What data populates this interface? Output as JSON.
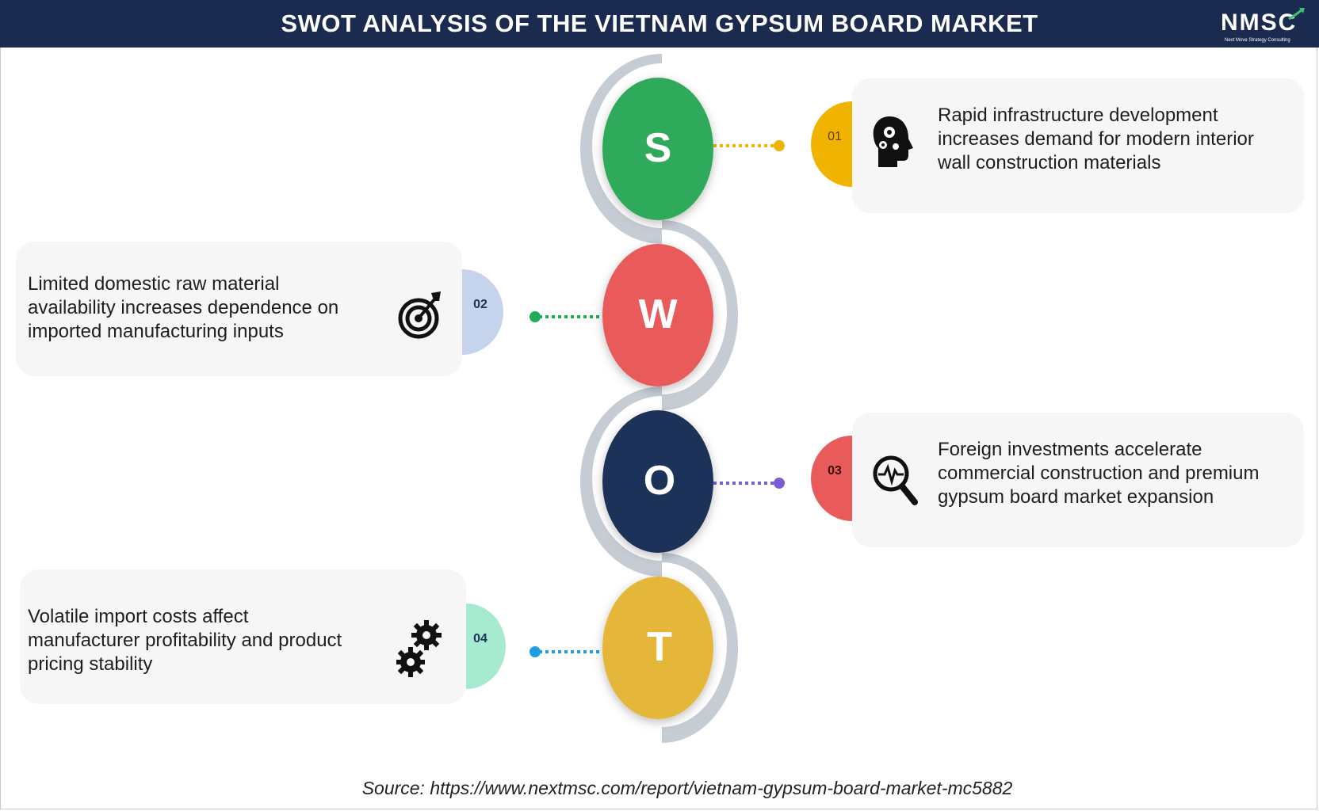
{
  "header": {
    "title": "SWOT ANALYSIS OF THE VIETNAM GYPSUM BOARD MARKET"
  },
  "logo": {
    "text": "NMSC",
    "subtitle": "Next Move Strategy Consulting"
  },
  "items": [
    {
      "letter": "S",
      "number": "01",
      "text_lines": [
        "Rapid infrastructure development",
        "increases demand for modern interior",
        "wall construction materials"
      ],
      "icon": "head-gears-icon",
      "circle_color": "#2eaa5a",
      "tab_color": "#f0b400",
      "dot_color": "#f0b400"
    },
    {
      "letter": "W",
      "number": "02",
      "text_lines": [
        "Limited domestic raw material",
        "availability increases dependence on",
        "imported manufacturing inputs"
      ],
      "icon": "target-arrow-icon",
      "circle_color": "#e95a5a",
      "tab_color": "#c5d3ec",
      "dot_color": "#1faa55"
    },
    {
      "letter": "O",
      "number": "03",
      "text_lines": [
        "Foreign investments accelerate",
        "commercial construction and premium",
        "gypsum board market expansion"
      ],
      "icon": "magnifier-pulse-icon",
      "circle_color": "#1e3158",
      "tab_color": "#e95a5a",
      "dot_color": "#7b5cd6"
    },
    {
      "letter": "T",
      "number": "04",
      "text_lines": [
        "Volatile import costs affect",
        "manufacturer profitability and product",
        "pricing stability"
      ],
      "icon": "gears-icon",
      "circle_color": "#e4b73a",
      "tab_color": "#a6ead0",
      "dot_color": "#1ea0e0"
    }
  ],
  "source": "Source: https://www.nextmsc.com/report/vietnam-gypsum-board-market-mc5882"
}
